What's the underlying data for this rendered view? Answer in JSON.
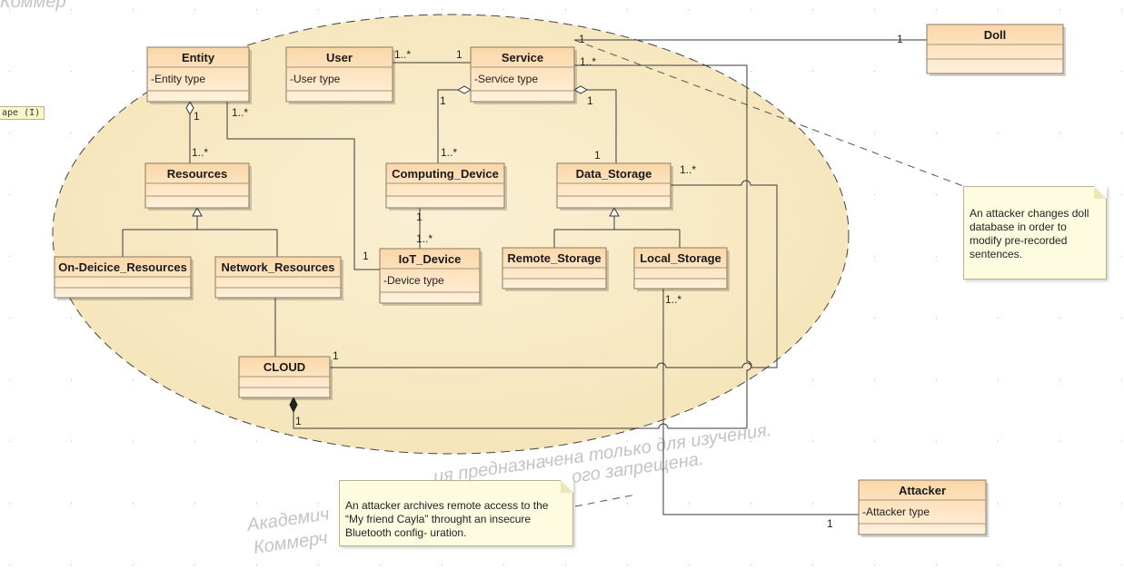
{
  "watermark": {
    "top_left": "Коммер",
    "line1": "Академич",
    "line2": "Коммерч",
    "mid1": "ия предназначена только для изучения.",
    "mid2": "ого запрещена."
  },
  "shape_tag": "ape (I)",
  "classes": {
    "entity": {
      "name": "Entity",
      "attr": "-Entity type"
    },
    "user": {
      "name": "User",
      "attr": "-User type"
    },
    "service": {
      "name": "Service",
      "attr": "-Service type"
    },
    "doll": {
      "name": "Doll",
      "attr": ""
    },
    "resources": {
      "name": "Resources",
      "attr": ""
    },
    "computing_device": {
      "name": "Computing_Device",
      "attr": ""
    },
    "data_storage": {
      "name": "Data_Storage",
      "attr": ""
    },
    "on_device_resources": {
      "name": "On-Deicice_Resources",
      "attr": ""
    },
    "network_resources": {
      "name": "Network_Resources",
      "attr": ""
    },
    "iot_device": {
      "name": "IoT_Device",
      "attr": "-Device type"
    },
    "remote_storage": {
      "name": "Remote_Storage",
      "attr": ""
    },
    "local_storage": {
      "name": "Local_Storage",
      "attr": ""
    },
    "cloud": {
      "name": "CLOUD",
      "attr": ""
    },
    "attacker": {
      "name": "Attacker",
      "attr": "-Attacker type"
    }
  },
  "multiplicities": {
    "user_service_user": "1..*",
    "user_service_service": "1",
    "service_doll_service": "1",
    "service_doll_doll": "1",
    "service_right": "1..*",
    "entity_resources_entity": "1",
    "entity_resources_resources": "1..*",
    "entity_iot_entity": "1..*",
    "entity_iot_iot": "1",
    "service_computing_service": "1",
    "service_computing_computing": "1..*",
    "service_storage_service": "1",
    "service_storage_storage": "1",
    "computing_iot_computing": "1",
    "computing_iot_iot": "1..*",
    "storage_cloud_storage": "1..*",
    "local_attacker_local": "1..*",
    "local_attacker_attacker": "1",
    "cloud_storage_cloud": "1",
    "cloud_service_cloud": "1"
  },
  "notes": {
    "doll_note": "An attacker changes doll database in order to modify pre-recorded sentences.",
    "attacker_note": "An attacker archives remote access to the “My friend Cayla” throught an insecure Bluetooth config- uration."
  }
}
